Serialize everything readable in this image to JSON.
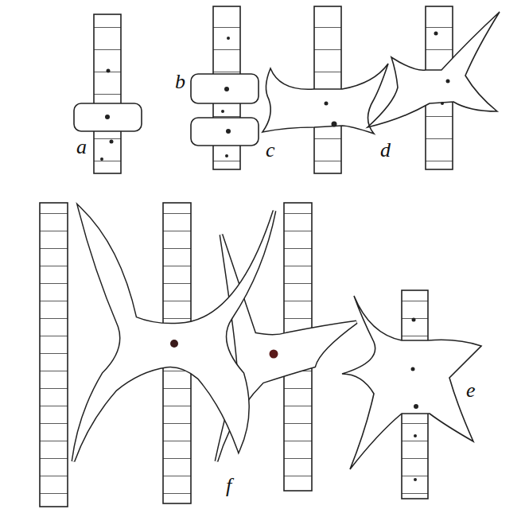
{
  "diagram": {
    "labels": [
      "a",
      "b",
      "c",
      "d",
      "f",
      "e"
    ]
  }
}
